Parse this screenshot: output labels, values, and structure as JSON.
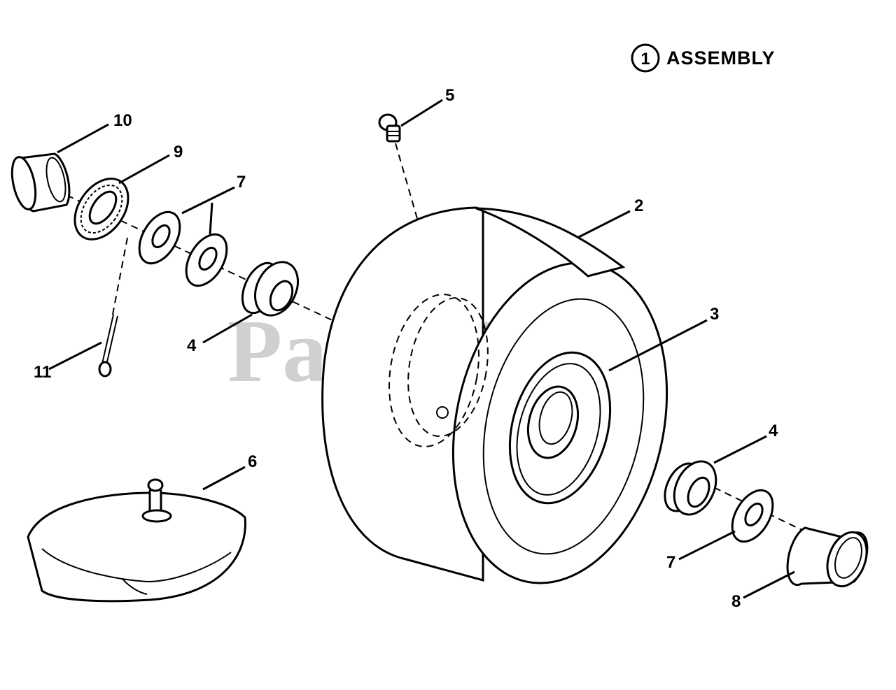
{
  "header": {
    "circle_number": "1",
    "title": "ASSEMBLY"
  },
  "watermark": "PartsTree",
  "callouts": [
    {
      "id": "c10",
      "label": "10"
    },
    {
      "id": "c9",
      "label": "9"
    },
    {
      "id": "c7a",
      "label": "7"
    },
    {
      "id": "c5",
      "label": "5"
    },
    {
      "id": "c2",
      "label": "2"
    },
    {
      "id": "c3",
      "label": "3"
    },
    {
      "id": "c4a",
      "label": "4"
    },
    {
      "id": "c11",
      "label": "11"
    },
    {
      "id": "c6",
      "label": "6"
    },
    {
      "id": "c4b",
      "label": "4"
    },
    {
      "id": "c7b",
      "label": "7"
    },
    {
      "id": "c8",
      "label": "8"
    }
  ]
}
